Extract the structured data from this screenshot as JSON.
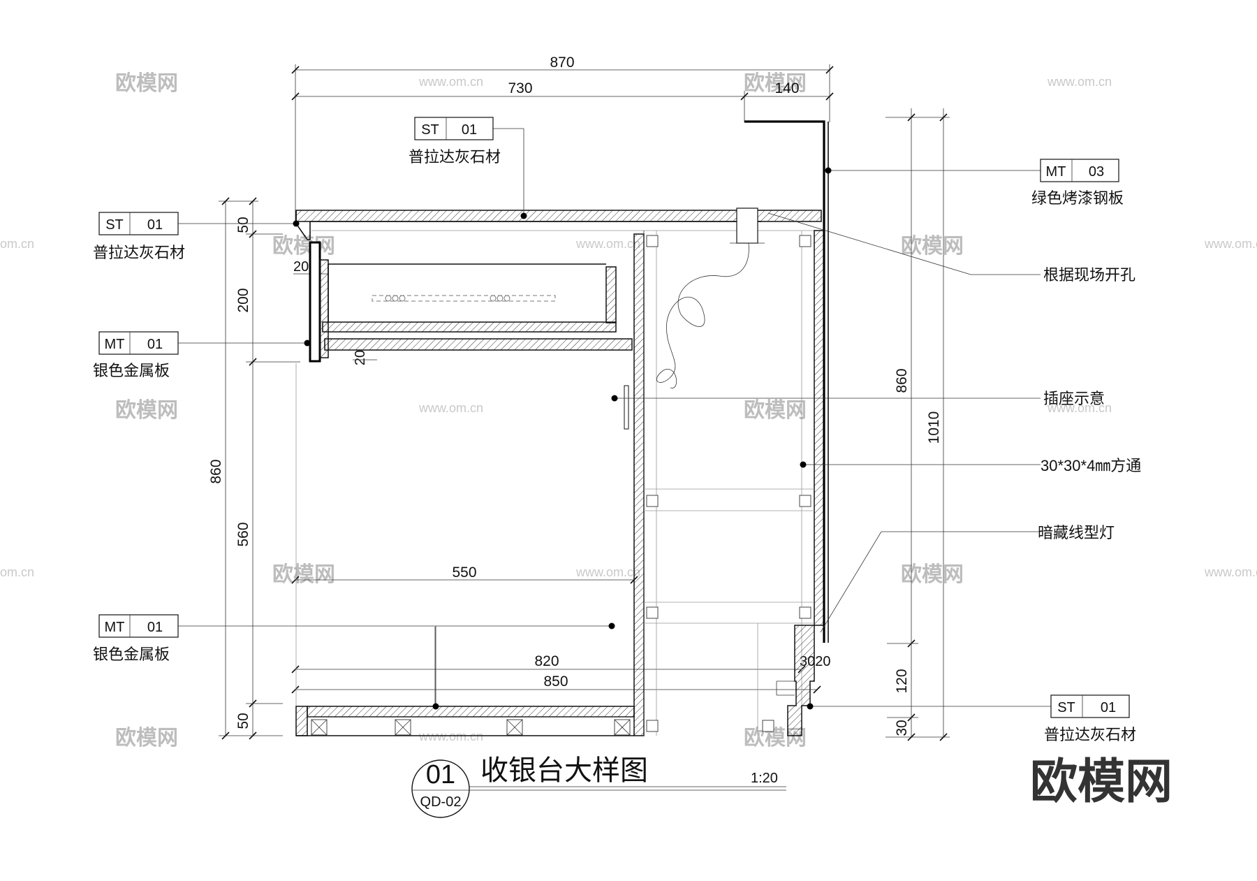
{
  "dimensions": {
    "d870": "870",
    "d730": "730",
    "d140": "140",
    "d50_top": "50",
    "d20_left": "20",
    "d200": "200",
    "d20_mid": "20",
    "d860_left": "860",
    "d560": "560",
    "d50_bottom": "50",
    "d550": "550",
    "d820": "820",
    "d850": "850",
    "d30_20": "3020",
    "d860_right": "860",
    "d1010": "1010",
    "d120": "120",
    "d30_right": "30"
  },
  "tags": {
    "top": {
      "code": "ST",
      "num": "01",
      "label": "普拉达灰石材"
    },
    "left_top": {
      "code": "ST",
      "num": "01",
      "label": "普拉达灰石材"
    },
    "left_mid": {
      "code": "MT",
      "num": "01",
      "label": "银色金属板"
    },
    "left_bottom": {
      "code": "MT",
      "num": "01",
      "label": "银色金属板"
    },
    "right_top": {
      "code": "MT",
      "num": "03",
      "label": "绿色烤漆钢板"
    },
    "right_bottom": {
      "code": "ST",
      "num": "01",
      "label": "普拉达灰石材"
    }
  },
  "notes": {
    "hole": "根据现场开孔",
    "socket": "插座示意",
    "tube": "30*30*4㎜方通",
    "light": "暗藏线型灯"
  },
  "title": {
    "number": "01",
    "sheet": "QD-02",
    "name": "收银台大样图",
    "scale": "1:20"
  },
  "watermarks": {
    "brand_large": "欧模网",
    "brand_small": "欧模网",
    "url": "www.om.cn",
    "url_partial": "om.cn"
  }
}
